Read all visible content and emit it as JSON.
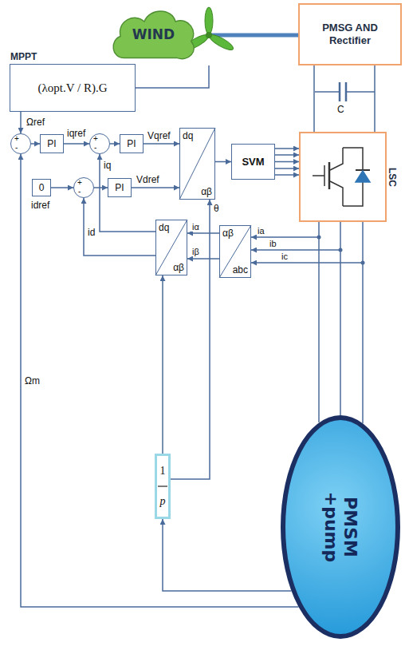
{
  "diagram": {
    "nodes": [
      {
        "text": [
          "WIND"
        ]
      },
      {
        "text": [
          "PMSG AND Rectifier"
        ]
      },
      {
        "text": [
          "MPPT",
          "(λopt.V / R).G"
        ]
      },
      {
        "text": [
          "+",
          "-"
        ]
      },
      {
        "text": [
          "PI"
        ]
      },
      {
        "text": [
          "+",
          "-"
        ]
      },
      {
        "text": [
          "PI"
        ]
      },
      {
        "text": [
          "dq",
          "αβ"
        ]
      },
      {
        "text": [
          "SVM"
        ]
      },
      {
        "text": [
          "LSC"
        ]
      },
      {
        "text": [
          "0"
        ]
      },
      {
        "text": [
          "+",
          "-"
        ]
      },
      {
        "text": [
          "PI"
        ]
      },
      {
        "text": [
          "dq",
          "αβ"
        ]
      },
      {
        "text": [
          "αβ",
          "abc"
        ]
      },
      {
        "text": [
          "1",
          "p"
        ]
      },
      {
        "text": [
          "PMSM +pump"
        ]
      }
    ],
    "edges": [
      {
        "from": 2,
        "to": 3,
        "arrow": "to",
        "label": "Ωref"
      },
      {
        "from": 3,
        "to": 4,
        "arrow": "to"
      },
      {
        "from": 4,
        "to": 5,
        "arrow": "to",
        "label": "iqref"
      },
      {
        "from": 5,
        "to": 6,
        "arrow": "to"
      },
      {
        "from": 6,
        "to": 7,
        "arrow": "to",
        "label": "Vqref"
      },
      {
        "from": 7,
        "to": 8,
        "arrow": "to"
      },
      {
        "from": 8,
        "to": 9,
        "arrow": "to"
      },
      {
        "from": 10,
        "to": 11,
        "arrow": "to"
      },
      {
        "from": 11,
        "to": 12,
        "arrow": "to"
      },
      {
        "from": 12,
        "to": 7,
        "arrow": "to",
        "label": "Vdref"
      },
      {
        "from": 9,
        "to": 14,
        "arrow": "to",
        "label": "ia"
      },
      {
        "from": 14,
        "to": 13,
        "arrow": "to",
        "label": "iα"
      },
      {
        "from": 13,
        "to": 5,
        "arrow": "to",
        "label": "iq"
      },
      {
        "from": 13,
        "to": 11,
        "arrow": "to",
        "label": "id"
      },
      {
        "from": 15,
        "to": 7,
        "arrow": "to",
        "label": "θ"
      },
      {
        "from": 15,
        "to": 13,
        "arrow": "to"
      },
      {
        "from": 16,
        "to": 3,
        "arrow": "to",
        "label": "Ωm"
      },
      {
        "from": 16,
        "to": 15,
        "arrow": "to"
      },
      {
        "from": 9,
        "to": 16,
        "arrow": "none"
      },
      {
        "from": 1,
        "to": 9,
        "arrow": "none"
      }
    ],
    "labels": [
      "idref",
      "ib",
      "ic",
      "iβ",
      "C"
    ]
  }
}
